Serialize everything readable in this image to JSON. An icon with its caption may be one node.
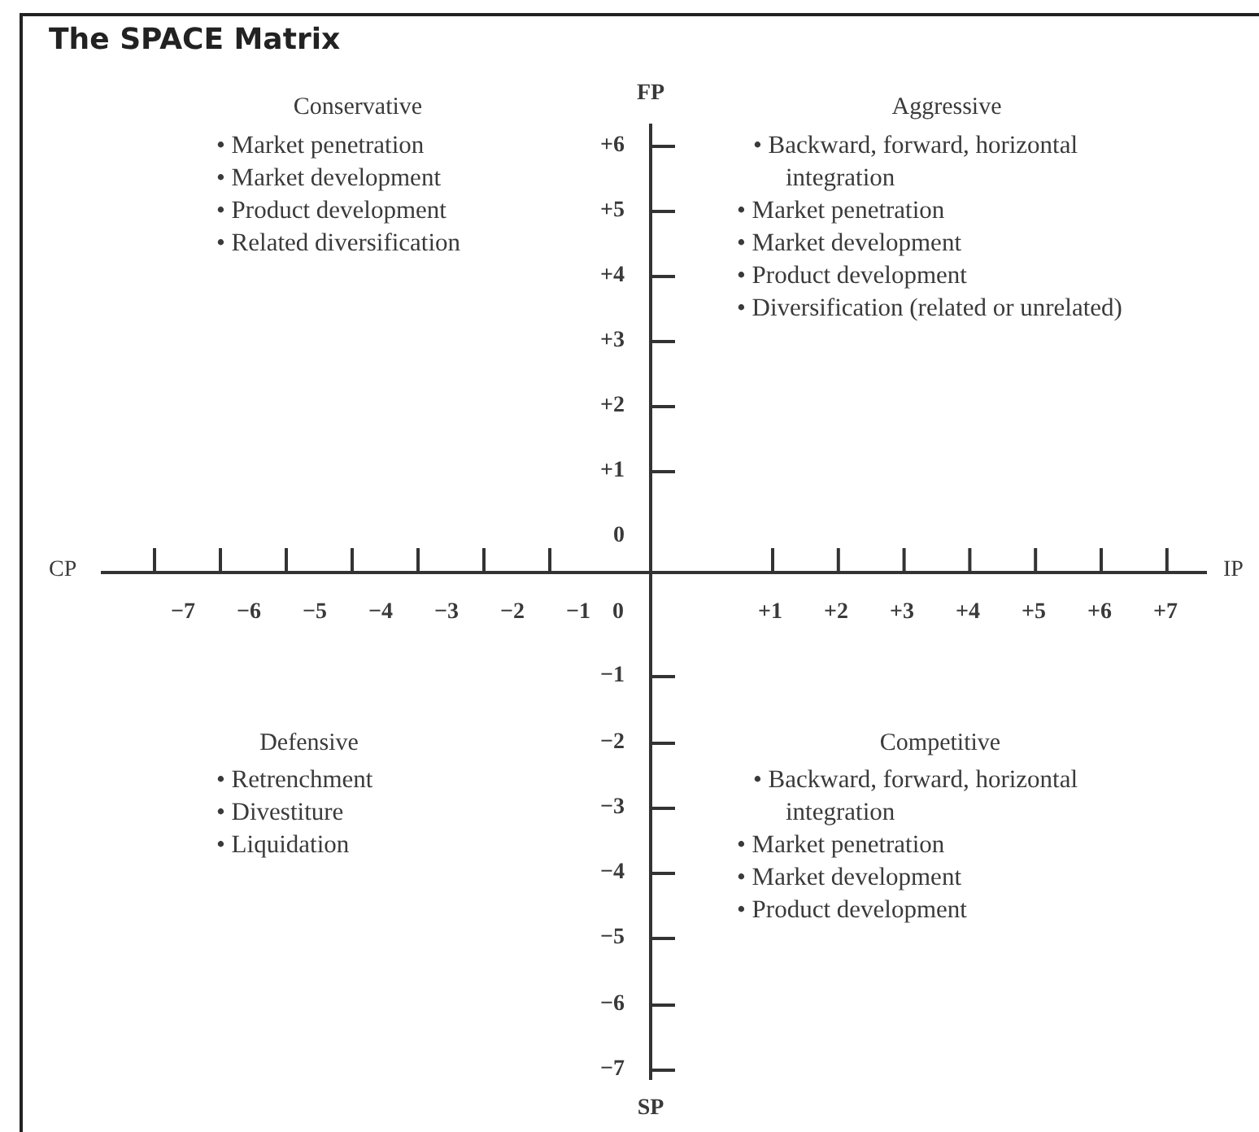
{
  "diagram": {
    "title": "The SPACE Matrix",
    "labels": [
      "Conservative",
      "• Market penetration",
      "• Market development",
      "• Product development",
      "• Related diversification",
      "FP",
      "Aggressive",
      "• Backward, forward, horizontal integration",
      "• Market penetration",
      "• Market development",
      "• Product development",
      "• Diversification (related or unrelated)",
      "+6",
      "+5",
      "+4",
      "+3",
      "+2",
      "+1",
      "0",
      "CP",
      "IP",
      "−7",
      "−6",
      "−5",
      "−4",
      "−3",
      "−2",
      "−1",
      "0",
      "+1",
      "+2",
      "+3",
      "+4",
      "+5",
      "+6",
      "+7",
      "−1",
      "−2",
      "−3",
      "−4",
      "−5",
      "−6",
      "−7",
      "Defensive",
      "• Retrenchment",
      "• Divestiture",
      "• Liquidation",
      "Competitive",
      "• Backward, forward, horizontal integration",
      "• Market penetration",
      "• Market development",
      "• Product development",
      "SP"
    ]
  }
}
